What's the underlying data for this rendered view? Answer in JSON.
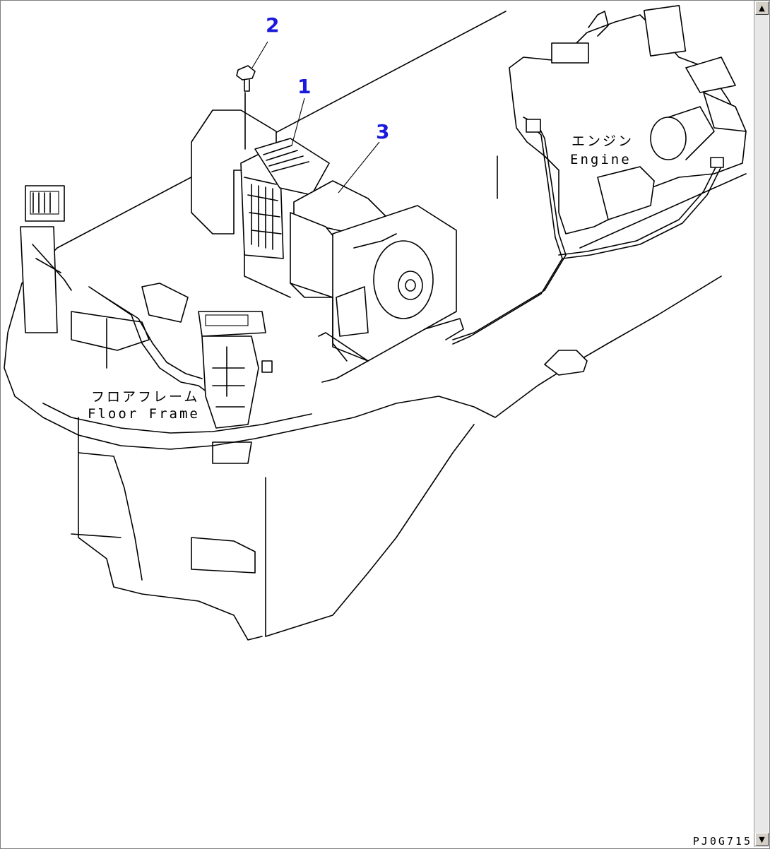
{
  "diagram": {
    "callouts": [
      "1",
      "2",
      "3"
    ],
    "labels": {
      "engine_jp": "エンジン",
      "engine_en": "Engine",
      "floor_frame_jp": "フロアフレーム",
      "floor_frame_en": "Floor Frame"
    },
    "drawing_code": "PJ0G715"
  },
  "scrollbar": {
    "up_icon": "triangle-up-icon",
    "down_icon": "triangle-down-icon"
  }
}
